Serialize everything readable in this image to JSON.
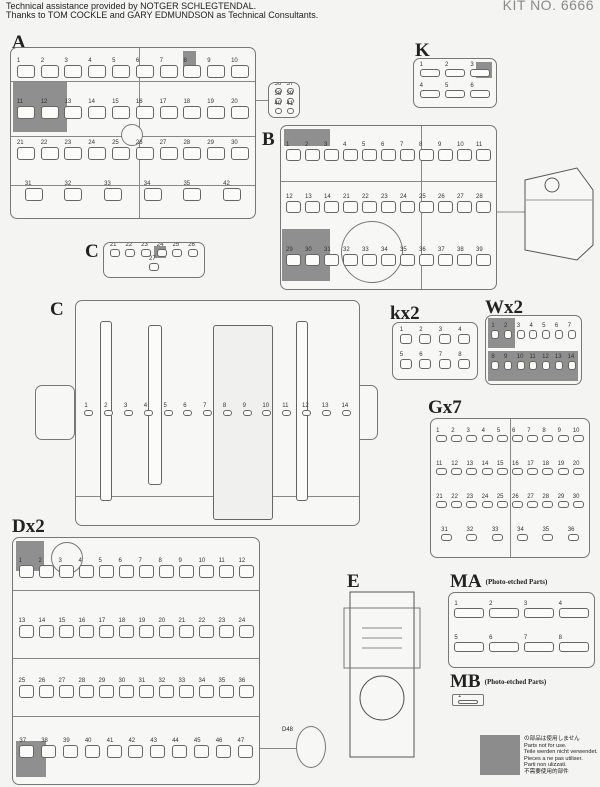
{
  "header": {
    "line1": "Technical assistance provided by NOTGER SCHLEGTENDAL.",
    "line2": "Thanks to TOM COCKLE and GARY EDMUNDSON as Technical Consultants.",
    "kit_no": "KIT NO. 6666"
  },
  "sprues": {
    "A": {
      "label": "A",
      "parts": [
        "1",
        "2",
        "3",
        "4",
        "5",
        "6",
        "7",
        "8",
        "9",
        "10",
        "11",
        "12",
        "13",
        "14",
        "15",
        "16",
        "17",
        "18",
        "19",
        "20",
        "21",
        "22",
        "23",
        "24",
        "25",
        "26",
        "27",
        "28",
        "29",
        "30",
        "31",
        "32",
        "33",
        "34",
        "35",
        "42"
      ]
    },
    "A_side": {
      "parts": [
        "36",
        "37",
        "38",
        "39",
        "40",
        "41"
      ]
    },
    "K": {
      "label": "K",
      "parts": [
        "1",
        "2",
        "3",
        "4",
        "5",
        "6"
      ]
    },
    "B": {
      "label": "B",
      "parts": [
        "1",
        "2",
        "3",
        "4",
        "5",
        "6",
        "7",
        "8",
        "9",
        "10",
        "11",
        "12",
        "13",
        "14",
        "21",
        "22",
        "23",
        "24",
        "25",
        "26",
        "27",
        "28",
        "29",
        "30",
        "31",
        "32",
        "33",
        "34",
        "35",
        "36",
        "37",
        "38",
        "39"
      ]
    },
    "C_small": {
      "label": "C",
      "parts": [
        "21",
        "22",
        "23",
        "24",
        "25",
        "26",
        "27"
      ]
    },
    "C": {
      "label": "C",
      "parts": [
        "1",
        "2",
        "3",
        "4",
        "5",
        "6",
        "7",
        "8",
        "9",
        "10",
        "11",
        "12",
        "13",
        "14"
      ]
    },
    "kx2": {
      "label": "kx2",
      "parts": [
        "1",
        "2",
        "3",
        "4",
        "5",
        "6",
        "7",
        "8"
      ]
    },
    "Wx2": {
      "label": "Wx2",
      "parts": [
        "1",
        "2",
        "3",
        "4",
        "5",
        "6",
        "7",
        "8",
        "9",
        "10",
        "11",
        "12",
        "13",
        "14"
      ]
    },
    "Gx7": {
      "label": "Gx7",
      "parts": [
        "1",
        "2",
        "3",
        "4",
        "5",
        "6",
        "7",
        "8",
        "9",
        "10",
        "11",
        "12",
        "13",
        "14",
        "15",
        "16",
        "17",
        "18",
        "19",
        "20",
        "21",
        "22",
        "23",
        "24",
        "25",
        "26",
        "27",
        "28",
        "29",
        "30",
        "31",
        "32",
        "33",
        "34",
        "35",
        "36"
      ]
    },
    "Dx2": {
      "label": "Dx2",
      "parts": [
        "1",
        "2",
        "3",
        "4",
        "5",
        "6",
        "7",
        "8",
        "9",
        "10",
        "11",
        "12",
        "13",
        "14",
        "15",
        "16",
        "17",
        "18",
        "19",
        "20",
        "21",
        "22",
        "23",
        "24",
        "25",
        "26",
        "27",
        "28",
        "29",
        "30",
        "31",
        "32",
        "33",
        "34",
        "35",
        "36",
        "37",
        "38",
        "39",
        "40",
        "41",
        "42",
        "43",
        "44",
        "45",
        "46",
        "47"
      ],
      "side_part": "D48"
    },
    "E": {
      "label": "E"
    },
    "MA": {
      "label": "MA",
      "note": "(Photo-etched Parts)",
      "parts": [
        "1",
        "2",
        "3",
        "4",
        "5",
        "6",
        "7",
        "8"
      ]
    },
    "MB": {
      "label": "MB",
      "note": "(Photo-etched Parts)",
      "parts": [
        "1"
      ]
    }
  },
  "legend": {
    "lines": [
      "の部品は使用しません",
      "Parts not for use.",
      "Teile werden nicht verwendet.",
      "Pieces a ne pas utiliser.",
      "Parti non ulizzati.",
      "不需要使用的部件"
    ],
    "color": "#8c8c8c"
  }
}
